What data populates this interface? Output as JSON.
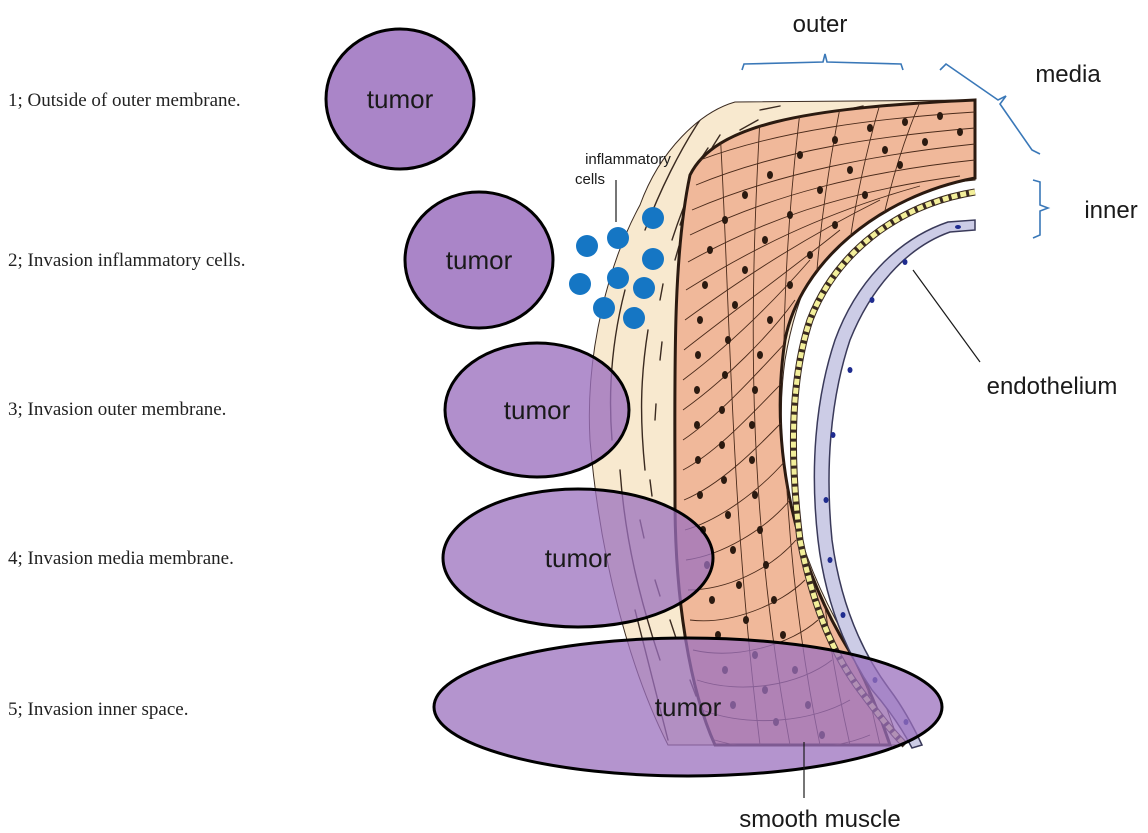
{
  "stages": [
    {
      "text": "1; Outside of outer membrane."
    },
    {
      "text": "2; Invasion inflammatory cells."
    },
    {
      "text": "3; Invasion outer membrane."
    },
    {
      "text": "4; Invasion media membrane."
    },
    {
      "text": "5; Invasion inner space."
    }
  ],
  "tumor_label": "tumor",
  "labels": {
    "outer": "outer",
    "media": "media",
    "inner": "inner",
    "endothelium": "endothelium",
    "smooth_muscle": "smooth muscle",
    "inflammatory_line1": "inflammatory",
    "inflammatory_line2": "cells"
  },
  "colors": {
    "tumor_fill": "#9b70be",
    "adventitia": "#f8e9cf",
    "media_layer": "#f0b89a",
    "intima_stripe": "#f3ef9a",
    "endothelium": "#cccce6",
    "nucleus_dark": "#2b1a10",
    "nucleus_blue": "#1f2c8f",
    "inflammatory_cell": "#1576c4",
    "bracket": "#3a78b8"
  }
}
